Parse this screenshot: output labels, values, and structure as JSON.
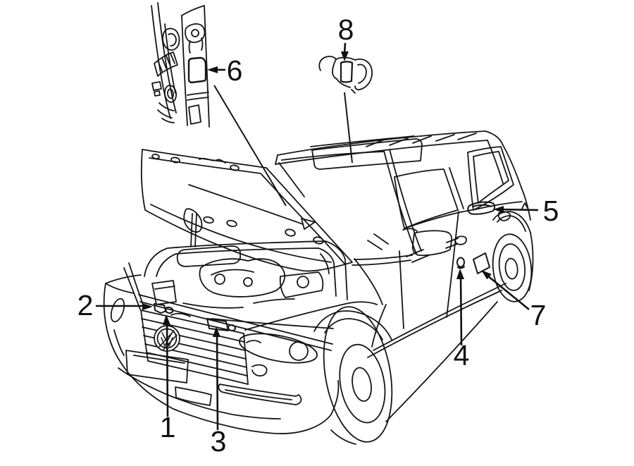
{
  "diagram": {
    "background_color": "#ffffff",
    "line_color": "#151515",
    "vehicle_brand_mark": "vw-roundel",
    "callouts": [
      {
        "number": "1",
        "target": "grille-top-fastener"
      },
      {
        "number": "2",
        "target": "grille-top-tag"
      },
      {
        "number": "3",
        "target": "radiator-support-label"
      },
      {
        "number": "4",
        "target": "rear-door-lock-knob"
      },
      {
        "number": "5",
        "target": "rear-door-beltline-label"
      },
      {
        "number": "6",
        "target": "door-jamb-pillar-label"
      },
      {
        "number": "7",
        "target": "rear-door-lower-label"
      },
      {
        "number": "8",
        "target": "sun-visor-label"
      }
    ]
  }
}
